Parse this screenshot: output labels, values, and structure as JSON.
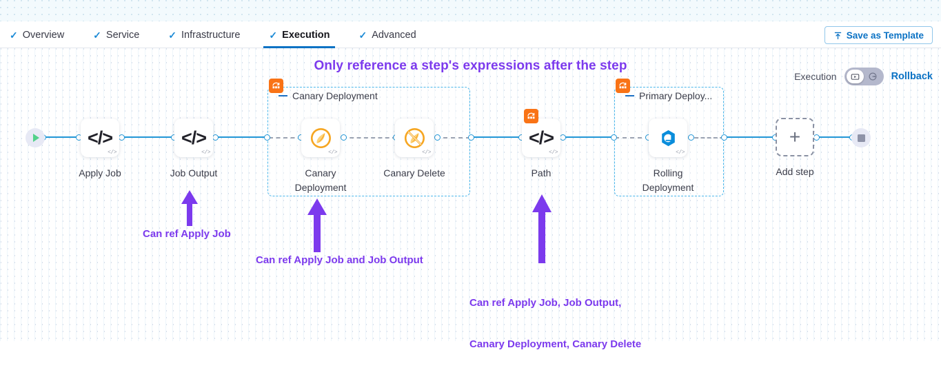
{
  "window": {
    "title": "Pipeline Execution"
  },
  "tabbar": {
    "tabs": [
      {
        "label": "Overview",
        "icon": "check-icon",
        "active": false
      },
      {
        "label": "Service",
        "icon": "check-icon",
        "active": false
      },
      {
        "label": "Infrastructure",
        "icon": "check-icon",
        "active": false
      },
      {
        "label": "Execution",
        "icon": "check-icon",
        "active": true
      },
      {
        "label": "Advanced",
        "icon": "check-icon",
        "active": false
      }
    ],
    "save_template_label": "Save as Template",
    "save_template_icon": "upload-template-icon"
  },
  "headline": "Only reference a step's expressions after the step",
  "execution_control": {
    "label": "Execution",
    "toggle_left_icon": "execution-play-icon",
    "toggle_right_icon": "rollback-clock-icon",
    "toggle_selected": "execution",
    "rollback_label": "Rollback"
  },
  "pipeline": {
    "start_node": {
      "name": "start-node",
      "icon": "play-icon"
    },
    "end_node": {
      "name": "end-node",
      "icon": "stop-square-icon"
    },
    "add_step": {
      "label": "Add step",
      "icon": "plus-icon"
    },
    "nodes": [
      {
        "id": "apply-job",
        "label": "Apply Job",
        "icon": "shell-script-icon",
        "badge": null
      },
      {
        "id": "job-output",
        "label": "Job Output",
        "icon": "shell-script-icon",
        "badge": null
      },
      {
        "id": "canary-deployment",
        "label": "Canary\nDeployment",
        "icon": "canary-bird-icon",
        "badge": null
      },
      {
        "id": "canary-delete",
        "label": "Canary Delete",
        "icon": "canary-delete-icon",
        "badge": null
      },
      {
        "id": "path",
        "label": "Path",
        "icon": "shell-script-icon",
        "badge": "step-group-icon"
      },
      {
        "id": "rolling-deployment",
        "label": "Rolling\nDeployment",
        "icon": "rolling-deploy-icon",
        "badge": null
      }
    ],
    "groups": [
      {
        "id": "canary-deployment-group",
        "label": "Canary Deployment",
        "badge_icon": "step-group-icon",
        "collapse_icon": "collapse-dash-icon"
      },
      {
        "id": "primary-deploy-group",
        "label": "Primary Deploy...",
        "badge_icon": "step-group-icon",
        "collapse_icon": "collapse-dash-icon"
      }
    ]
  },
  "annotations": [
    {
      "id": "anno-1",
      "text": "Can ref Apply Job"
    },
    {
      "id": "anno-2",
      "text": "Can ref Apply Job and Job Output"
    },
    {
      "id": "anno-3",
      "text": "Can ref Apply Job, Job Output,\nCanary Deployment, Canary Delete"
    }
  ],
  "colors": {
    "accent_blue": "#0b72c4",
    "edge_blue": "#2196d6",
    "annotation_purple": "#7c3aed",
    "group_border": "#49b6ea",
    "badge_orange": "#f97316",
    "canary_orange": "#f6a622",
    "rolling_blue": "#0a8ddb"
  }
}
